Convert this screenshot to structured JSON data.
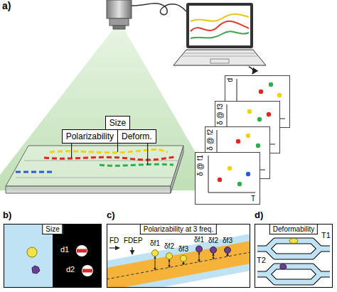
{
  "diagram": {
    "nodes": [
      {
        "text": [
          "Size"
        ]
      },
      {
        "text": [
          "Polarizability"
        ]
      },
      {
        "text": [
          "Deform."
        ]
      },
      {
        "text": [
          "d"
        ]
      },
      {
        "text": [
          "δ @ f3"
        ]
      },
      {
        "text": [
          "δ @ f2"
        ]
      },
      {
        "text": [
          "δ @ f1",
          "T"
        ]
      },
      {
        "text": [
          "Size"
        ]
      },
      {
        "text": [
          "Polarizability at 3 freq."
        ]
      },
      {
        "text": [
          "Deformability"
        ]
      }
    ],
    "labels": [
      "a)",
      "b)",
      "c)",
      "d)",
      "d1",
      "d2",
      "FD",
      "FDEP",
      "δf1",
      "δf2",
      "δf3",
      "δf1",
      "δf2",
      "δf3",
      "T1",
      "T2"
    ]
  }
}
